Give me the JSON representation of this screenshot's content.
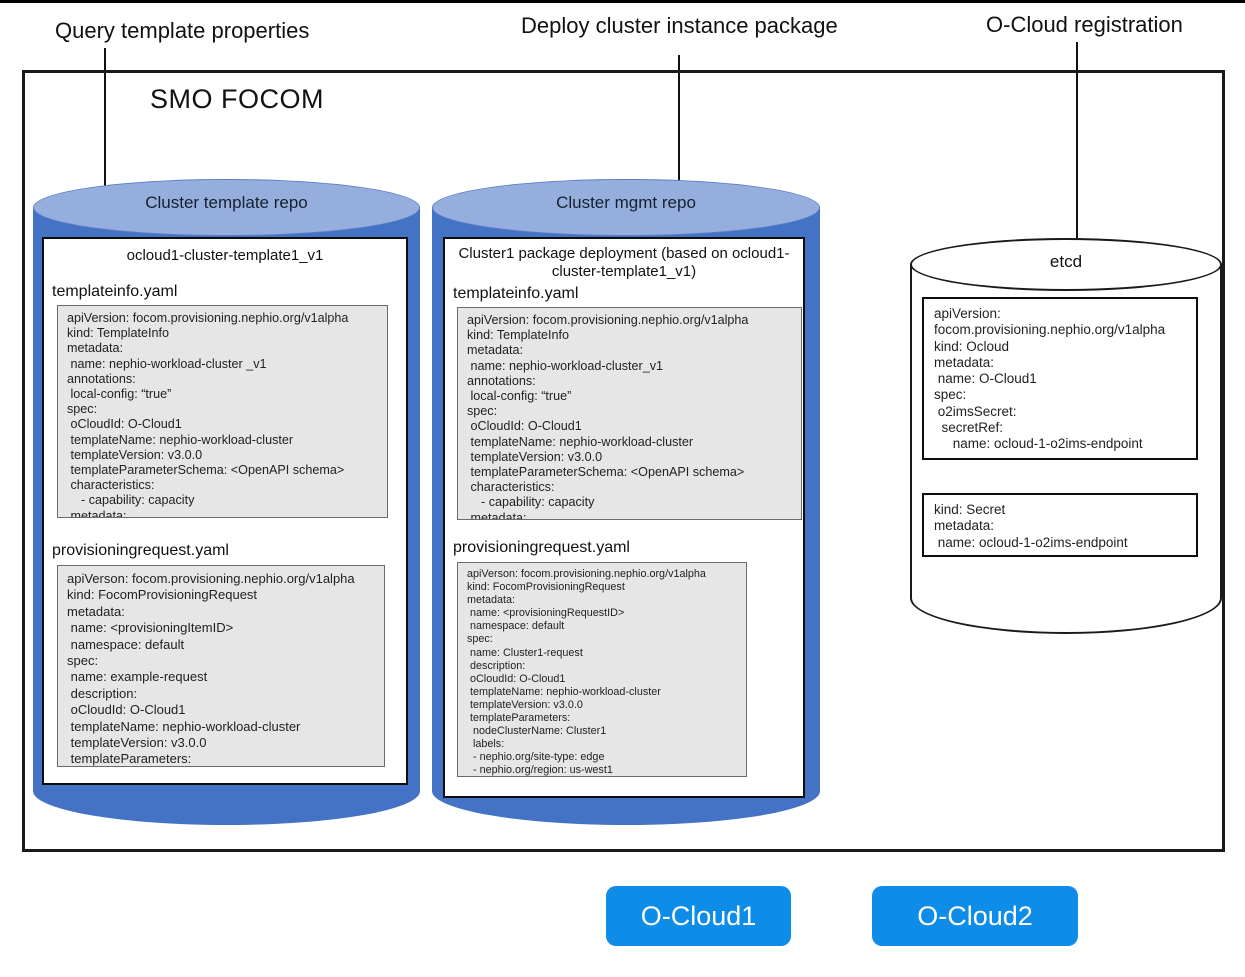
{
  "flow_labels": {
    "query": "Query template properties",
    "deploy": "Deploy cluster instance package",
    "registration": "O-Cloud registration"
  },
  "smo": {
    "title": "SMO FOCOM"
  },
  "template_repo": {
    "title": "Cluster template repo",
    "package": {
      "title": "ocloud1-cluster-template1_v1",
      "files": [
        {
          "name": "templateinfo.yaml",
          "content": "apiVersion: focom.provisioning.nephio.org/v1alpha\nkind: TemplateInfo\nmetadata:\n name: nephio-workload-cluster _v1\nannotations:\n local-config: “true”\nspec:\n oCloudId: O-Cloud1\n templateName: nephio-workload-cluster\n templateVersion: v3.0.0\n templateParameterSchema: <OpenAPI schema>\n characteristics:\n    - capability: capacity\n metadata:"
        },
        {
          "name": "provisioningrequest.yaml",
          "content": "apiVerson: focom.provisioning.nephio.org/v1alpha\nkind: FocomProvisioningRequest\nmetadata:\n name: <provisioningItemID>\n namespace: default\nspec:\n name: example-request\n description:\n oCloudId: O-Cloud1\n templateName: nephio-workload-cluster\n templateVersion: v3.0.0\n templateParameters:"
        }
      ]
    }
  },
  "mgmt_repo": {
    "title": "Cluster mgmt repo",
    "package": {
      "title": "Cluster1 package deployment (based on ocloud1-cluster-template1_v1)",
      "files": [
        {
          "name": "templateinfo.yaml",
          "content": "apiVersion: focom.provisioning.nephio.org/v1alpha\nkind: TemplateInfo\nmetadata:\n name: nephio-workload-cluster_v1\nannotations:\n local-config: “true”\nspec:\n oCloudId: O-Cloud1\n templateName: nephio-workload-cluster\n templateVersion: v3.0.0\n templateParameterSchema: <OpenAPI schema>\n characteristics:\n    - capability: capacity\n metadata:"
        },
        {
          "name": "provisioningrequest.yaml",
          "content": "apiVerson: focom.provisioning.nephio.org/v1alpha\nkind: FocomProvisioningRequest\nmetadata:\n name: <provisioningRequestID>\n namespace: default\nspec:\n name: Cluster1-request\n description:\n oCloudId: O-Cloud1\n templateName: nephio-workload-cluster\n templateVersion: v3.0.0\n templateParameters:\n  nodeClusterName: Cluster1\n  labels:\n  - nephio.org/site-type: edge\n  - nephio.org/region: us-west1"
        }
      ]
    }
  },
  "etcd": {
    "title": "etcd",
    "records": [
      {
        "content": "apiVersion:\nfocom.provisioning.nephio.org/v1alpha\nkind: Ocloud\nmetadata:\n name: O-Cloud1\nspec:\n o2imsSecret:\n  secretRef:\n     name: ocloud-1-o2ims-endpoint"
      },
      {
        "content": "kind: Secret\nmetadata:\n name: ocloud-1-o2ims-endpoint"
      }
    ]
  },
  "clouds": [
    {
      "label": "O-Cloud1"
    },
    {
      "label": "O-Cloud2"
    }
  ],
  "colors": {
    "cylinder_body": "#4472C4",
    "cylinder_top": "#96AEDE",
    "yaml_box": "#E7E6E6",
    "cloud_button": "#0d8ce8"
  }
}
